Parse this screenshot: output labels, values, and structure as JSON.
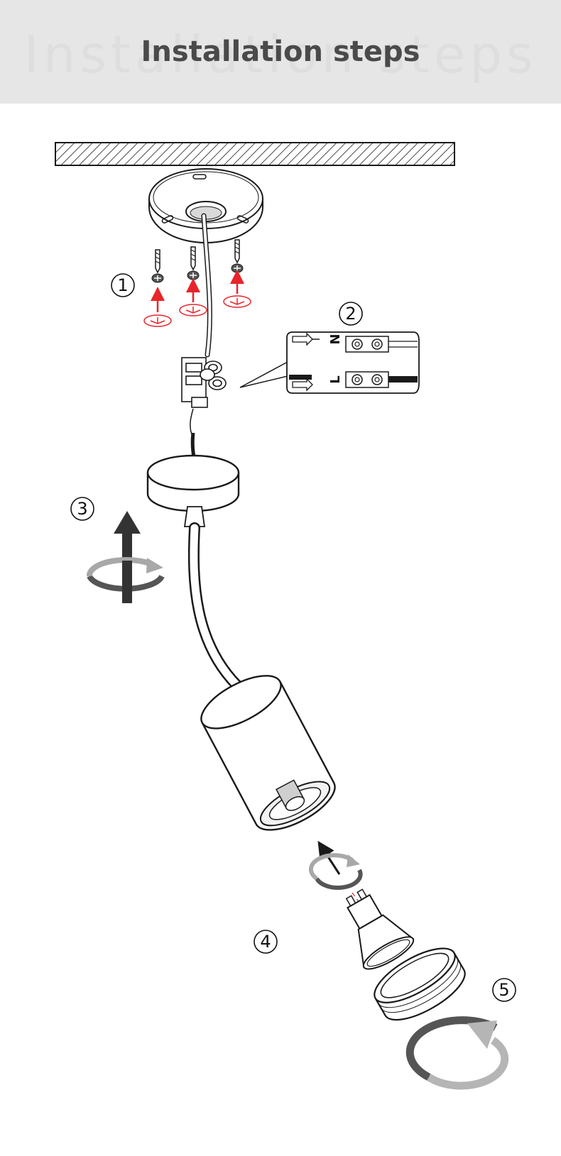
{
  "header": {
    "title": "Installation steps",
    "ghost_title": "Installation steps",
    "background": "#e6e6e6",
    "title_color": "#4a4a4a"
  },
  "steps": [
    {
      "number": "1"
    },
    {
      "number": "2"
    },
    {
      "number": "3"
    },
    {
      "number": "4"
    },
    {
      "number": "5"
    }
  ],
  "wiring": {
    "neutral_label": "N",
    "live_label": "L"
  },
  "colors": {
    "accent_red": "#e8242a",
    "line": "#1a1a1a",
    "rotate_arrow_grey": "#9a9a9a",
    "rotate_arrow_dark": "#555555",
    "up_arrow": "#333333"
  },
  "icons": [
    "screw-icon",
    "up-arrow-icon",
    "rotate-arrow-icon",
    "gu10-bulb-icon"
  ]
}
